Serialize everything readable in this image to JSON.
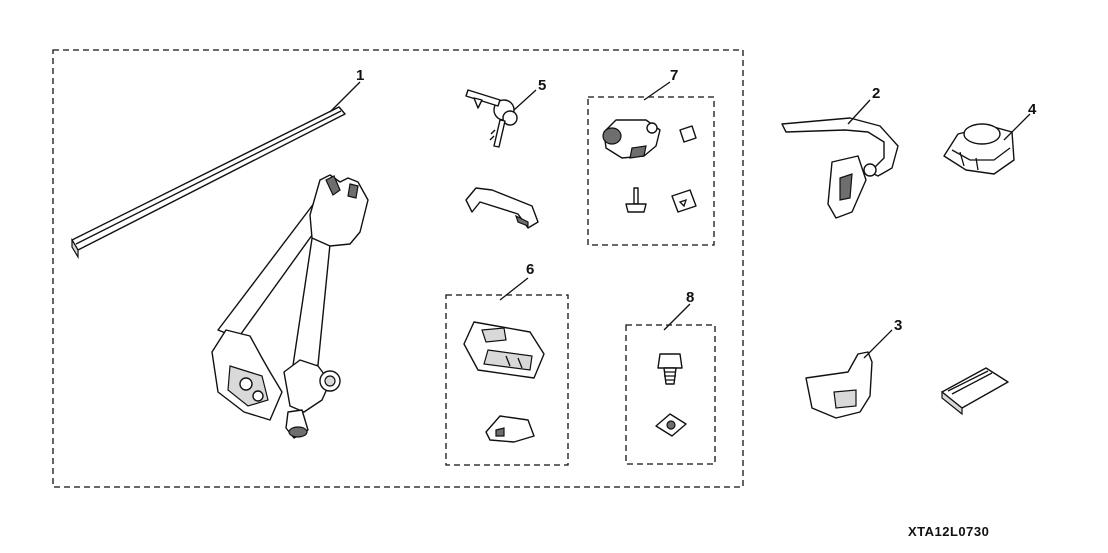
{
  "callouts": {
    "c1": "1",
    "c2": "2",
    "c3": "3",
    "c4": "4",
    "c5": "5",
    "c6": "6",
    "c7": "7",
    "c8": "8"
  },
  "figure_code": "XTA12L0730"
}
